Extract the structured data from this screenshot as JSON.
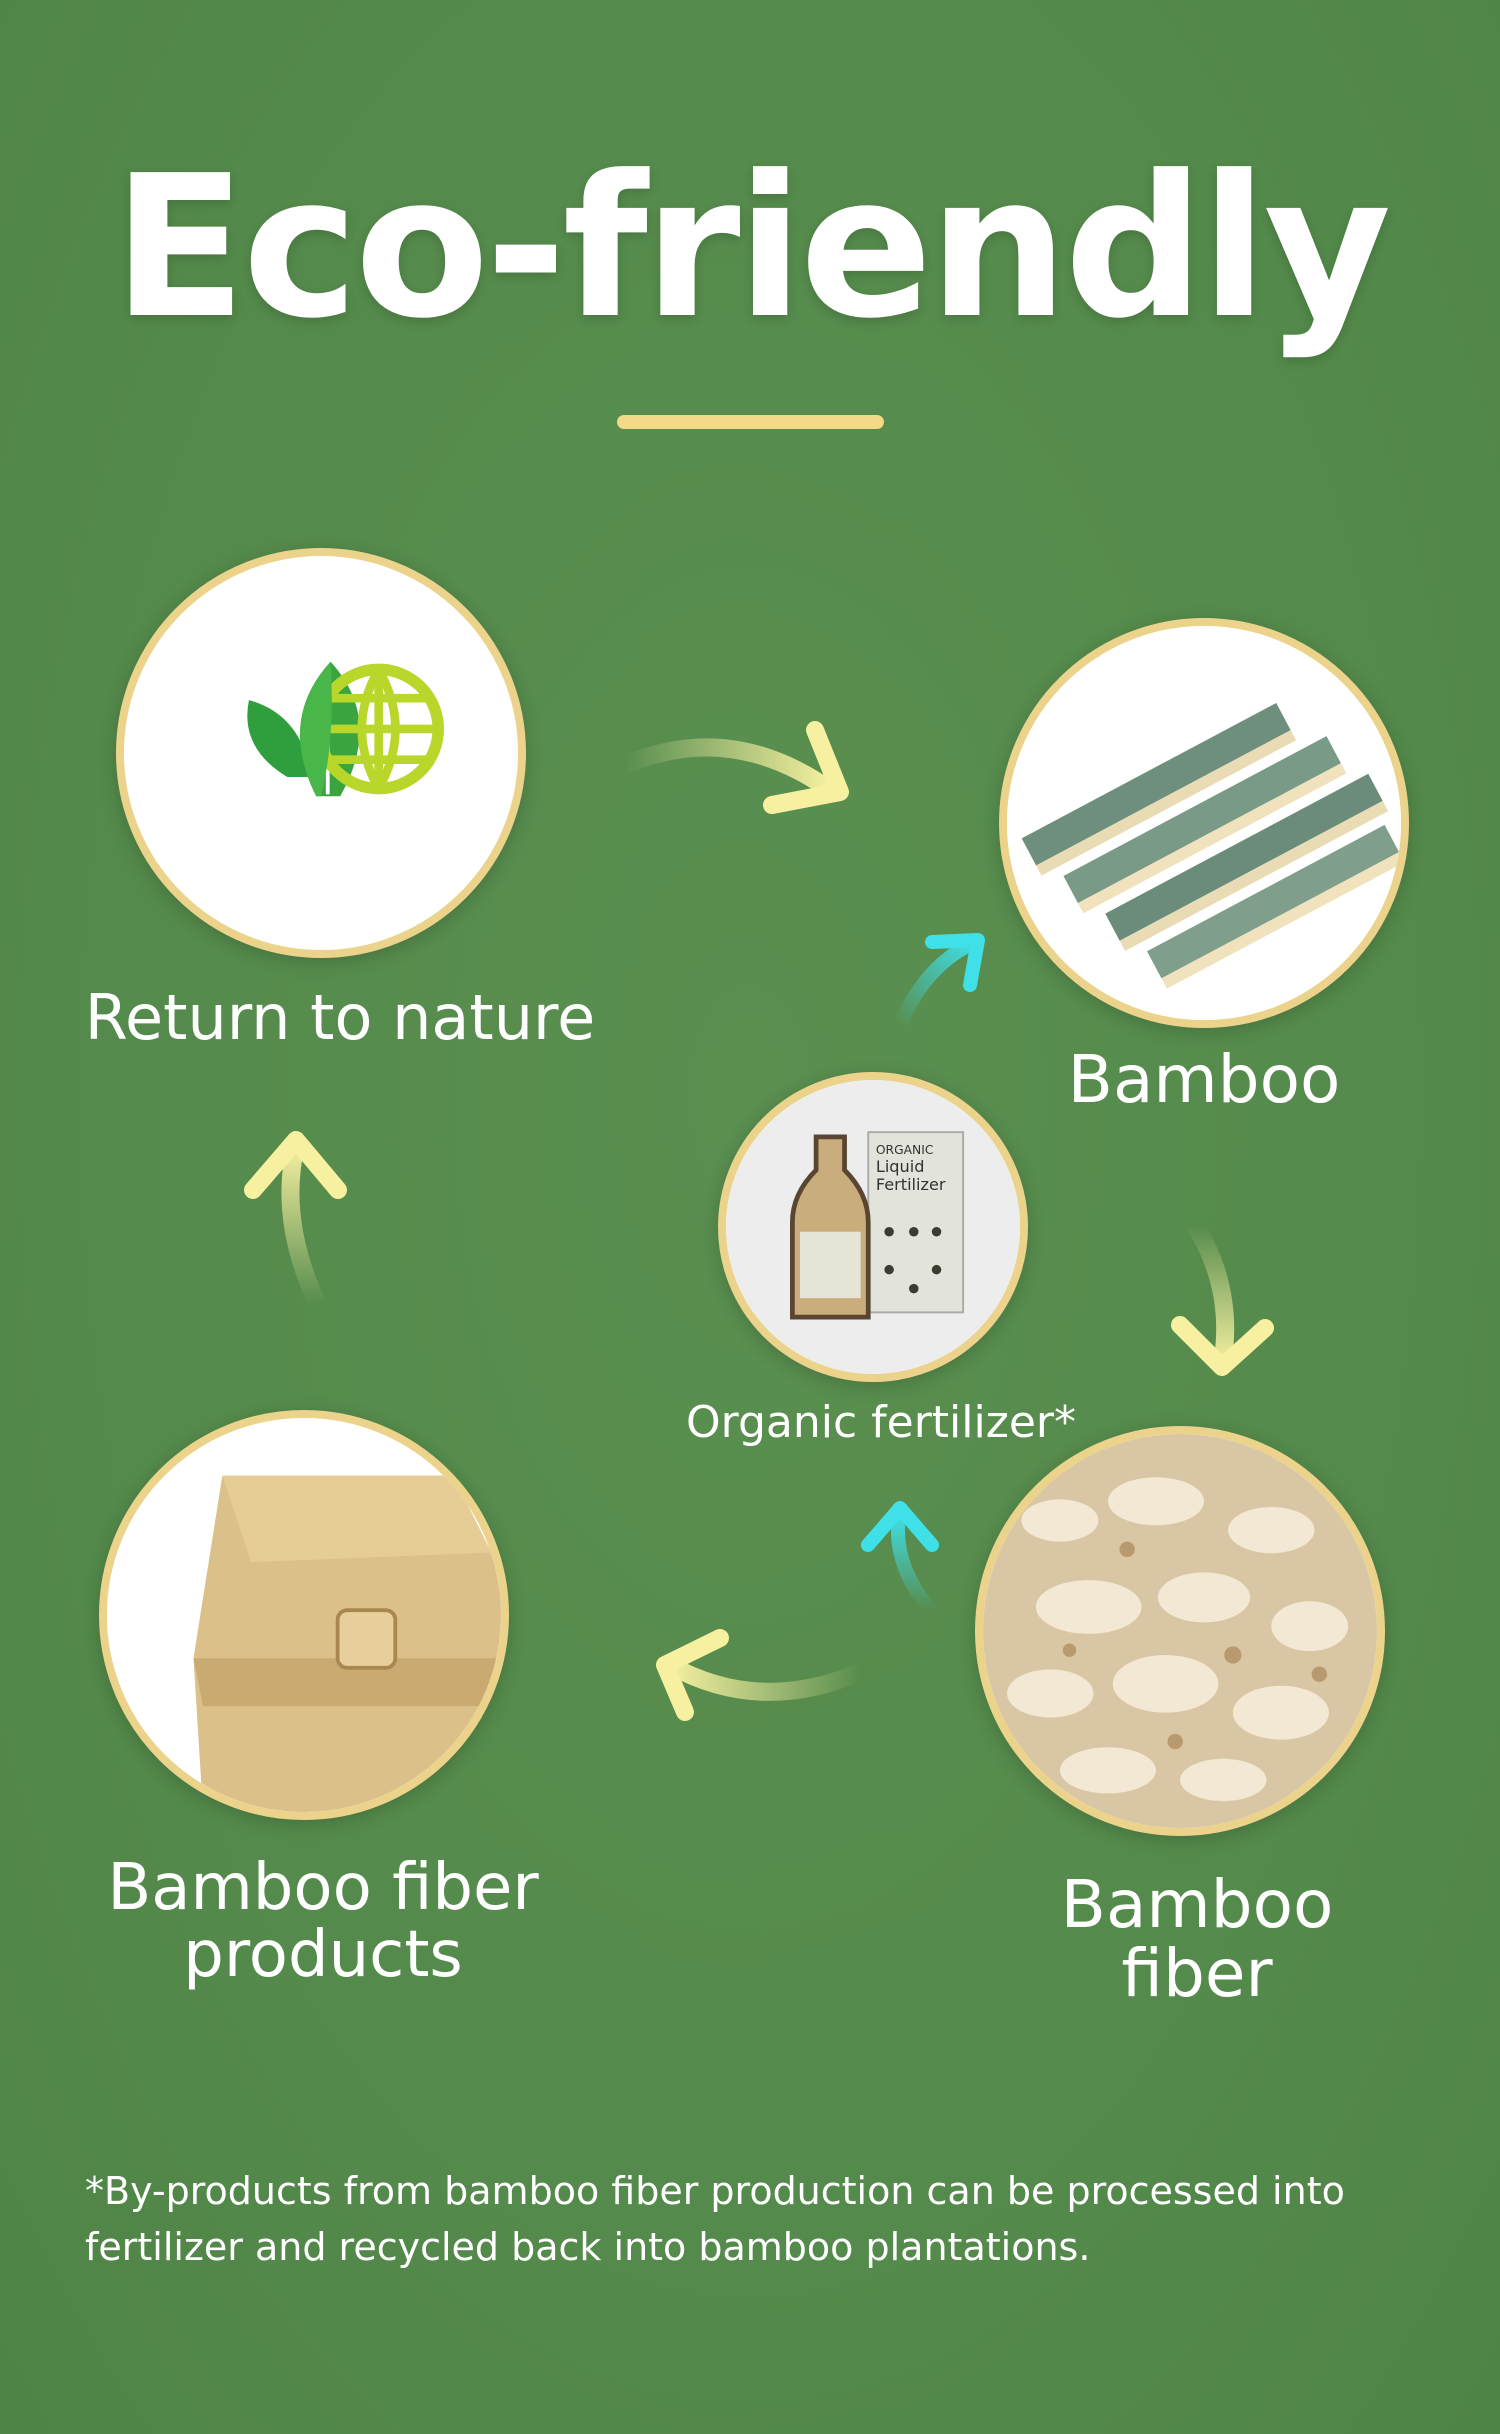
{
  "title": "Eco-friendly",
  "stages": {
    "return_to_nature": {
      "label": "Return to nature",
      "icon": "leaf-globe-icon"
    },
    "bamboo": {
      "label": "Bamboo",
      "icon": "bamboo-strips-image"
    },
    "organic_fertilizer": {
      "label": "Organic fertilizer*",
      "icon": "fertilizer-bottle-image",
      "package_text": {
        "line1": "ORGANIC",
        "line2": "Liquid",
        "line3": "Fertilizer"
      }
    },
    "bamboo_fiber": {
      "label_line1": "Bamboo",
      "label_line2": "fiber",
      "icon": "bamboo-fiber-pulp-image"
    },
    "bamboo_fiber_products": {
      "label_line1": "Bamboo fiber",
      "label_line2": "products",
      "icon": "egg-carton-image"
    }
  },
  "footnote": {
    "line1": "*By-products from bamboo fiber production can be processed into",
    "line2": "fertilizer and recycled back into bamboo plantations."
  },
  "colors": {
    "background": "#568a4d",
    "accent_gold": "#ecd38c",
    "arrow_yellow": "#f6f0a0",
    "arrow_cyan": "#3fe0e8"
  }
}
